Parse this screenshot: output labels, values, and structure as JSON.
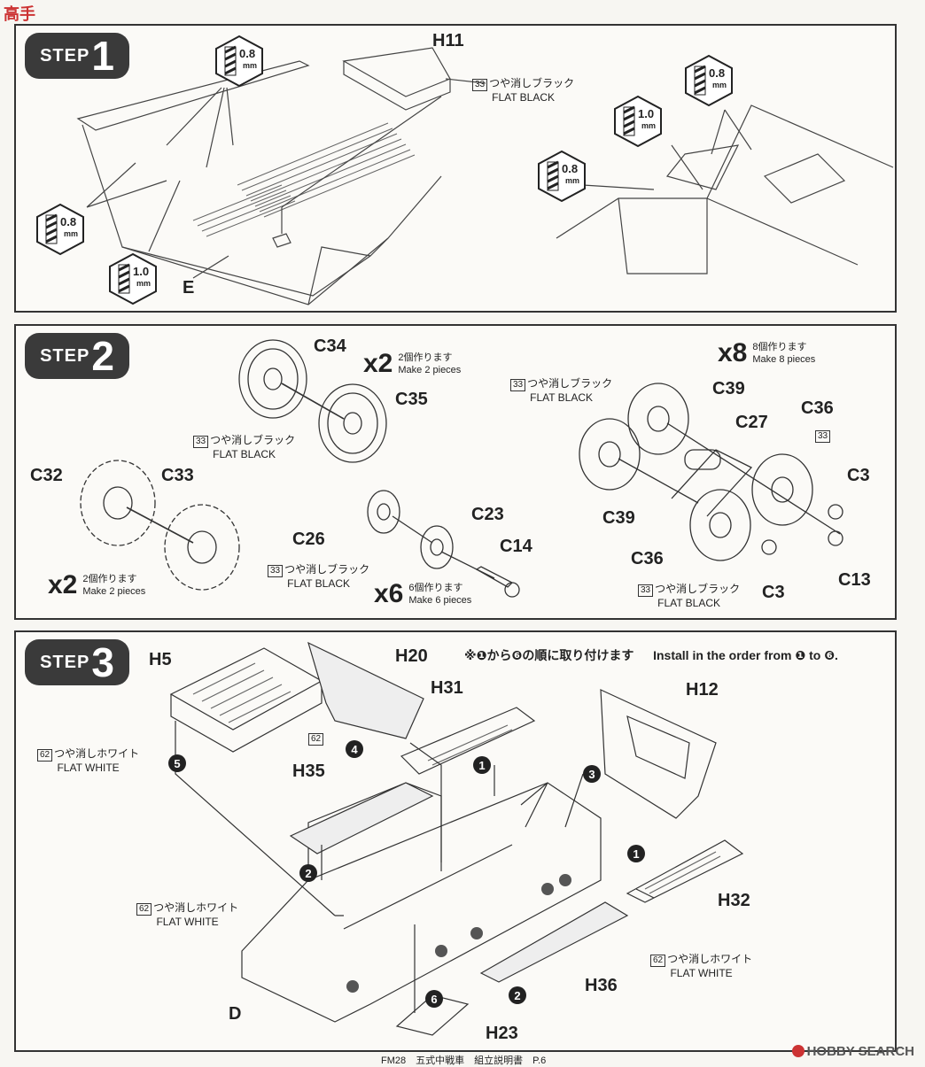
{
  "watermark": "高手",
  "footer": {
    "page_caption": "FM28　五式中戦車　組立説明書　P.6",
    "brand": "HOBBY SEARCH"
  },
  "paint": {
    "c33_jp": "つや消しブラック",
    "c33_en": "FLAT BLACK",
    "c33_code": "33",
    "c62_jp": "つや消しホワイト",
    "c62_en": "FLAT WHITE",
    "c62_code": "62"
  },
  "drill": {
    "unit": "mm",
    "small": "0.8",
    "large": "1.0"
  },
  "step1": {
    "badge_word": "STEP",
    "badge_num": "1",
    "parts": {
      "h11": "H11",
      "e": "E"
    }
  },
  "step2": {
    "badge_word": "STEP",
    "badge_num": "2",
    "parts": {
      "c34": "C34",
      "c35": "C35",
      "c32": "C32",
      "c33": "C33",
      "c26": "C26",
      "c23": "C23",
      "c14": "C14",
      "c39a": "C39",
      "c39b": "C39",
      "c27": "C27",
      "c36a": "C36",
      "c36b": "C36",
      "c3a": "C3",
      "c3b": "C3",
      "c13": "C13"
    },
    "mult_wheels": {
      "x": "x2",
      "jp": "2個作ります",
      "en": "Make 2 pieces"
    },
    "mult_sprocket": {
      "x": "x2",
      "jp": "2個作ります",
      "en": "Make 2 pieces"
    },
    "mult_idler": {
      "x": "x6",
      "jp": "6個作ります",
      "en": "Make 6 pieces"
    },
    "mult_bogie": {
      "x": "x8",
      "jp": "8個作ります",
      "en": "Make 8 pieces"
    }
  },
  "step3": {
    "badge_word": "STEP",
    "badge_num": "3",
    "note_jp": "※❶から❻の順に取り付けます",
    "note_en": "Install in the order from ❶ to ❻.",
    "parts": {
      "h5": "H5",
      "h20": "H20",
      "h31": "H31",
      "h12": "H12",
      "h35": "H35",
      "h32": "H32",
      "h36": "H36",
      "h23": "H23",
      "d": "D"
    },
    "order": {
      "o1": "1",
      "o2": "2",
      "o3": "3",
      "o4": "4",
      "o5": "5",
      "o6": "6"
    }
  }
}
